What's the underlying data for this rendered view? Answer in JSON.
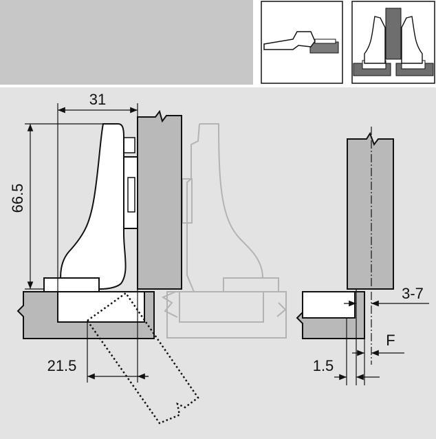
{
  "dimensions": {
    "width_top": "31",
    "height_left": "66.5",
    "offset_bottom": "21.5",
    "gap_range": "3-7",
    "overlay_f": "F",
    "edge_small": "1.5"
  },
  "colors": {
    "header_panel": "#c7c7c7",
    "drawing_bg": "#e3e3e3",
    "door_gray": "#b9b9b9",
    "ghost_stroke": "#b3b3b3",
    "dark_gray": "#6e6e6e",
    "line": "#111111"
  }
}
